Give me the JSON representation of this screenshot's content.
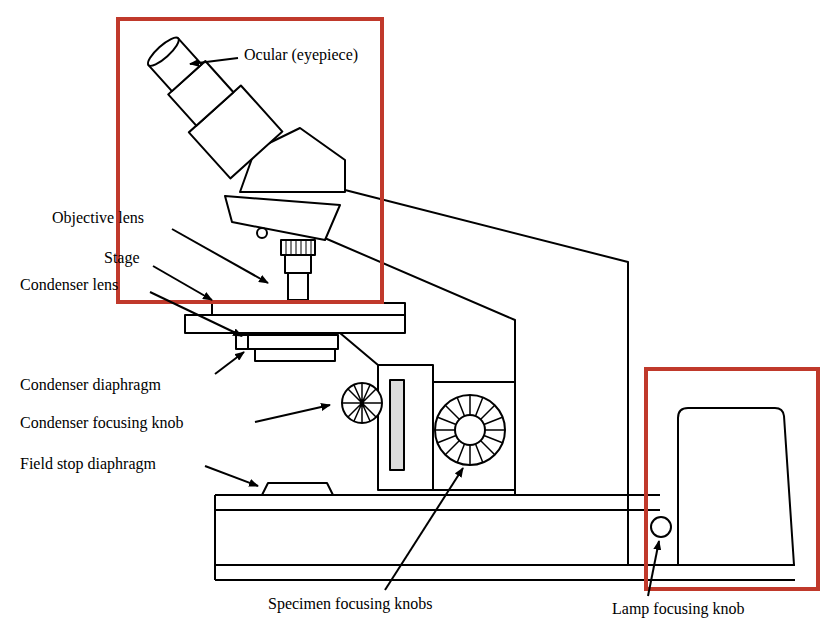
{
  "diagram": {
    "labels": [
      "Ocular (eyepiece)",
      "Objective lens",
      "Stage",
      "Condenser lens",
      "Condenser diaphragm",
      "Condenser focusing knob",
      "Field stop diaphragm",
      "Specimen focusing knobs",
      "Lamp focusing knob"
    ]
  }
}
